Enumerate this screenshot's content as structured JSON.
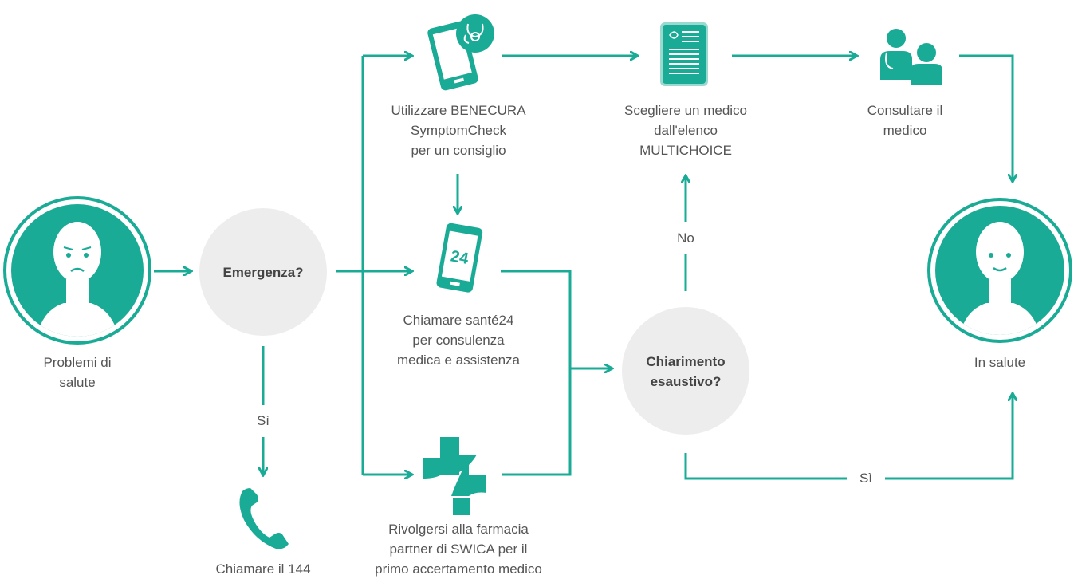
{
  "colors": {
    "accent": "#1aab96",
    "decision_fill": "#ededed",
    "text": "#555555"
  },
  "nodes": {
    "start": {
      "icon": "sad-person-icon",
      "lines": [
        "Problemi di",
        "salute"
      ]
    },
    "emergency": {
      "label": "Emergenza?"
    },
    "call_144": {
      "icon": "phone-icon",
      "lines": [
        "Chiamare il 144"
      ]
    },
    "symptom_check": {
      "icon": "smartphone-stethoscope-icon",
      "lines": [
        "Utilizzare BENECURA",
        "SymptomCheck",
        "per un consiglio"
      ]
    },
    "sante24": {
      "icon": "phone-24-icon",
      "badge": "24",
      "lines": [
        "Chiamare santé24",
        "per consulenza",
        "medica e assistenza"
      ]
    },
    "pharmacy": {
      "icon": "pharmacy-cross-icon",
      "lines": [
        "Rivolgersi alla farmacia",
        "partner di SWICA per il",
        "primo accertamento medico"
      ]
    },
    "multichoice": {
      "icon": "document-list-icon",
      "lines": [
        "Scegliere un medico",
        "dall'elenco",
        "MULTICHOICE"
      ]
    },
    "clarification": {
      "lines": [
        "Chiarimento",
        "esaustivo?"
      ]
    },
    "consult": {
      "icon": "doctor-patient-icon",
      "lines": [
        "Consultare il",
        "medico"
      ]
    },
    "end": {
      "icon": "healthy-person-icon",
      "lines": [
        "In salute"
      ]
    }
  },
  "edges": {
    "emergency_yes": "Sì",
    "clarification_no": "No",
    "clarification_yes": "Sì"
  }
}
